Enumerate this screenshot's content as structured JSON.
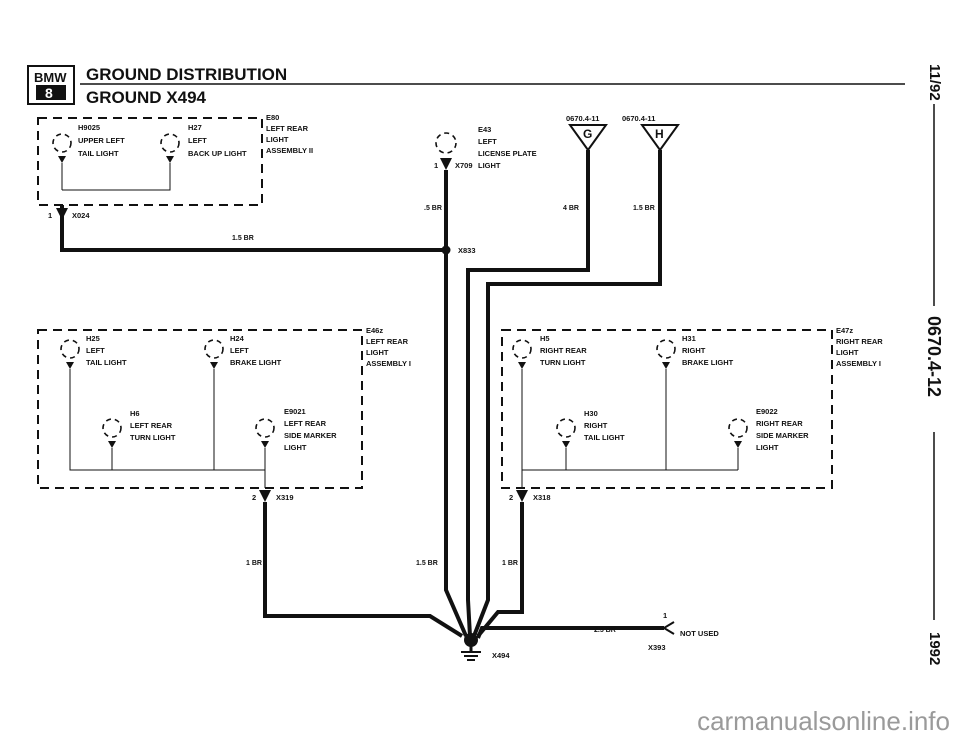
{
  "header": {
    "logo_text": "BMW",
    "logo_model": "8",
    "title": "GROUND DISTRIBUTION",
    "subtitle": "GROUND X494"
  },
  "side": {
    "date": "11/92",
    "page": "0670.4-12",
    "year": "1992"
  },
  "watermark": "carmanualsonline.info",
  "groups": {
    "e80": {
      "id": "E80",
      "lines": [
        "LEFT REAR",
        "LIGHT",
        "ASSEMBLY II"
      ]
    },
    "e46": {
      "id": "E46z",
      "lines": [
        "LEFT REAR",
        "LIGHT",
        "ASSEMBLY I"
      ]
    },
    "e47": {
      "id": "E47z",
      "lines": [
        "RIGHT REAR",
        "LIGHT",
        "ASSEMBLY I"
      ]
    }
  },
  "components": {
    "h9025": {
      "id": "H9025",
      "l1": "UPPER LEFT",
      "l2": "TAIL LIGHT"
    },
    "h27": {
      "id": "H27",
      "l1": "LEFT",
      "l2": "BACK UP LIGHT"
    },
    "e43": {
      "id": "E43",
      "l1": "LEFT",
      "l2": "LICENSE PLATE",
      "l3": "LIGHT"
    },
    "h25": {
      "id": "H25",
      "l1": "LEFT",
      "l2": "TAIL LIGHT"
    },
    "h24": {
      "id": "H24",
      "l1": "LEFT",
      "l2": "BRAKE LIGHT"
    },
    "h6": {
      "id": "H6",
      "l1": "LEFT REAR",
      "l2": "TURN LIGHT"
    },
    "e9021": {
      "id": "E9021",
      "l1": "LEFT REAR",
      "l2": "SIDE MARKER",
      "l3": "LIGHT"
    },
    "h5": {
      "id": "H5",
      "l1": "RIGHT REAR",
      "l2": "TURN LIGHT"
    },
    "h31": {
      "id": "H31",
      "l1": "RIGHT",
      "l2": "BRAKE LIGHT"
    },
    "h30": {
      "id": "H30",
      "l1": "RIGHT",
      "l2": "TAIL LIGHT"
    },
    "e9022": {
      "id": "E9022",
      "l1": "RIGHT REAR",
      "l2": "SIDE MARKER",
      "l3": "LIGHT"
    }
  },
  "connectors": {
    "x024": {
      "pin": "1",
      "id": "X024"
    },
    "x709": {
      "pin": "1",
      "id": "X709"
    },
    "x833": {
      "id": "X833"
    },
    "x319": {
      "pin": "2",
      "id": "X319"
    },
    "x318": {
      "pin": "2",
      "id": "X318"
    },
    "x393": {
      "pin": "1",
      "id": "X393",
      "note": "NOT USED"
    },
    "x494": {
      "id": "X494"
    }
  },
  "refs": {
    "g": {
      "page": "0670.4-11",
      "letter": "G"
    },
    "h": {
      "page": "0670.4-11",
      "letter": "H"
    }
  },
  "wires": {
    "w_e43": ".5 BR",
    "w_g": "4 BR",
    "w_h": "1.5 BR",
    "w_x024": "1.5 BR",
    "w_x319": "1 BR",
    "w_x833": "1.5 BR",
    "w_x318": "1 BR",
    "w_x393": "2.5 BR"
  }
}
